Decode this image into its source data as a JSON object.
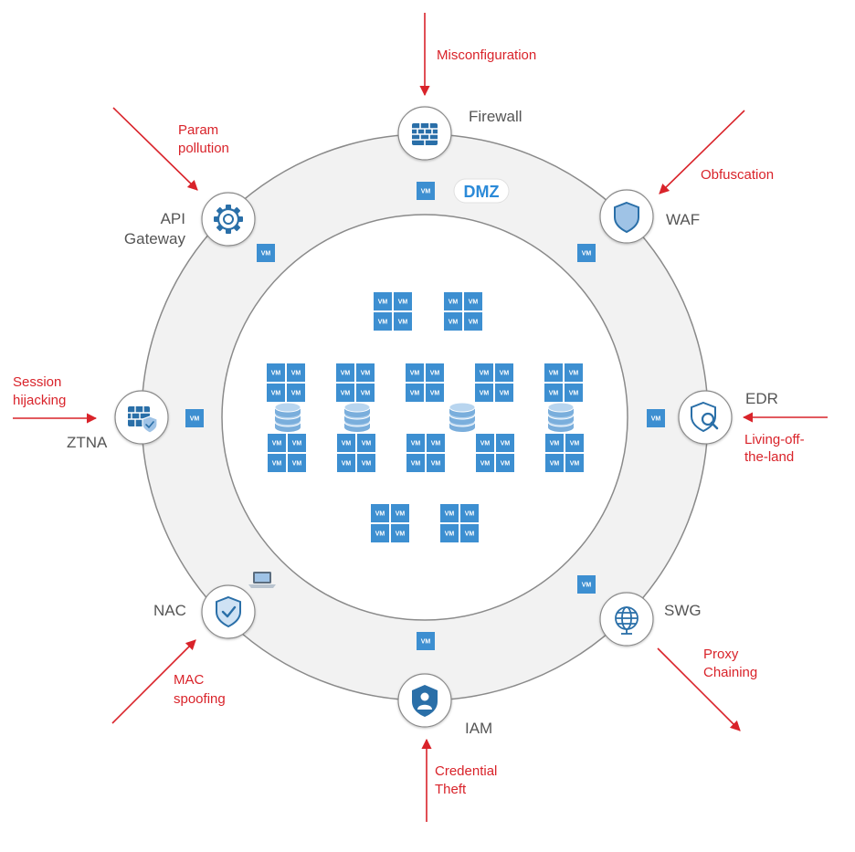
{
  "ring_label": "DMZ",
  "vm_label": "VM",
  "controls": [
    {
      "id": "firewall",
      "label": "Firewall",
      "icon": "firewall-brick-icon"
    },
    {
      "id": "waf",
      "label": "WAF",
      "icon": "shield-icon"
    },
    {
      "id": "edr",
      "label": "EDR",
      "icon": "shield-search-icon"
    },
    {
      "id": "swg",
      "label": "SWG",
      "icon": "globe-icon"
    },
    {
      "id": "iam",
      "label": "IAM",
      "icon": "user-shield-icon"
    },
    {
      "id": "nac",
      "label": "NAC",
      "icon": "shield-check-icon"
    },
    {
      "id": "ztna",
      "label": "ZTNA",
      "icon": "firewall-shield-icon"
    },
    {
      "id": "api",
      "label_lines": [
        "API",
        "Gateway"
      ],
      "icon": "gear-icon"
    }
  ],
  "attacks": [
    {
      "id": "misconfiguration",
      "lines": [
        "Misconfiguration"
      ]
    },
    {
      "id": "obfuscation",
      "lines": [
        "Obfuscation"
      ]
    },
    {
      "id": "living-off-the-land",
      "lines": [
        "Living-off-",
        "the-land"
      ]
    },
    {
      "id": "proxy-chaining",
      "lines": [
        "Proxy",
        "Chaining"
      ]
    },
    {
      "id": "credential-theft",
      "lines": [
        "Credential",
        "Theft"
      ]
    },
    {
      "id": "mac-spoofing",
      "lines": [
        "MAC",
        "spoofing"
      ]
    },
    {
      "id": "session-hijacking",
      "lines": [
        "Session",
        "hijacking"
      ]
    },
    {
      "id": "param-pollution",
      "lines": [
        "Param",
        "pollution"
      ]
    }
  ],
  "colors": {
    "attack": "#d9232a",
    "vm": "#3d8fd1",
    "icon": "#2a6fa8",
    "ring_fill": "#f2f2f2",
    "ring_stroke": "#8a8a8a",
    "label": "#555555",
    "dmz": "#2b8ad8"
  }
}
